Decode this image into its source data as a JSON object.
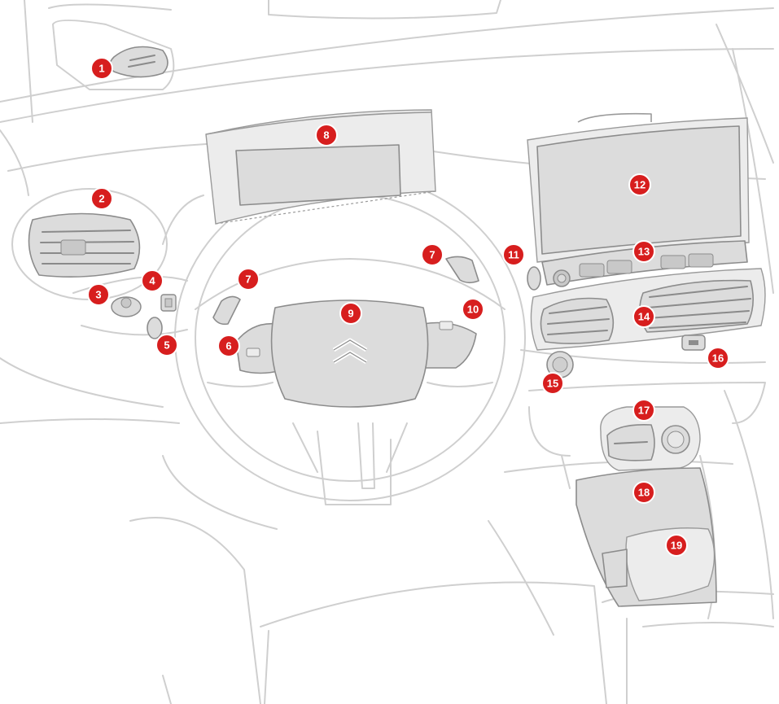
{
  "markers": [
    {
      "label": "1"
    },
    {
      "label": "2"
    },
    {
      "label": "3"
    },
    {
      "label": "4"
    },
    {
      "label": "5"
    },
    {
      "label": "6"
    },
    {
      "label": "7"
    },
    {
      "label": "7"
    },
    {
      "label": "8"
    },
    {
      "label": "9"
    },
    {
      "label": "10"
    },
    {
      "label": "11"
    },
    {
      "label": "12"
    },
    {
      "label": "13"
    },
    {
      "label": "14"
    },
    {
      "label": "15"
    },
    {
      "label": "16"
    },
    {
      "label": "17"
    },
    {
      "label": "18"
    },
    {
      "label": "19"
    }
  ],
  "colors": {
    "marker": "#d71e1e",
    "part_fill": "#dcdcdc",
    "outline": "#cfcfcf"
  }
}
